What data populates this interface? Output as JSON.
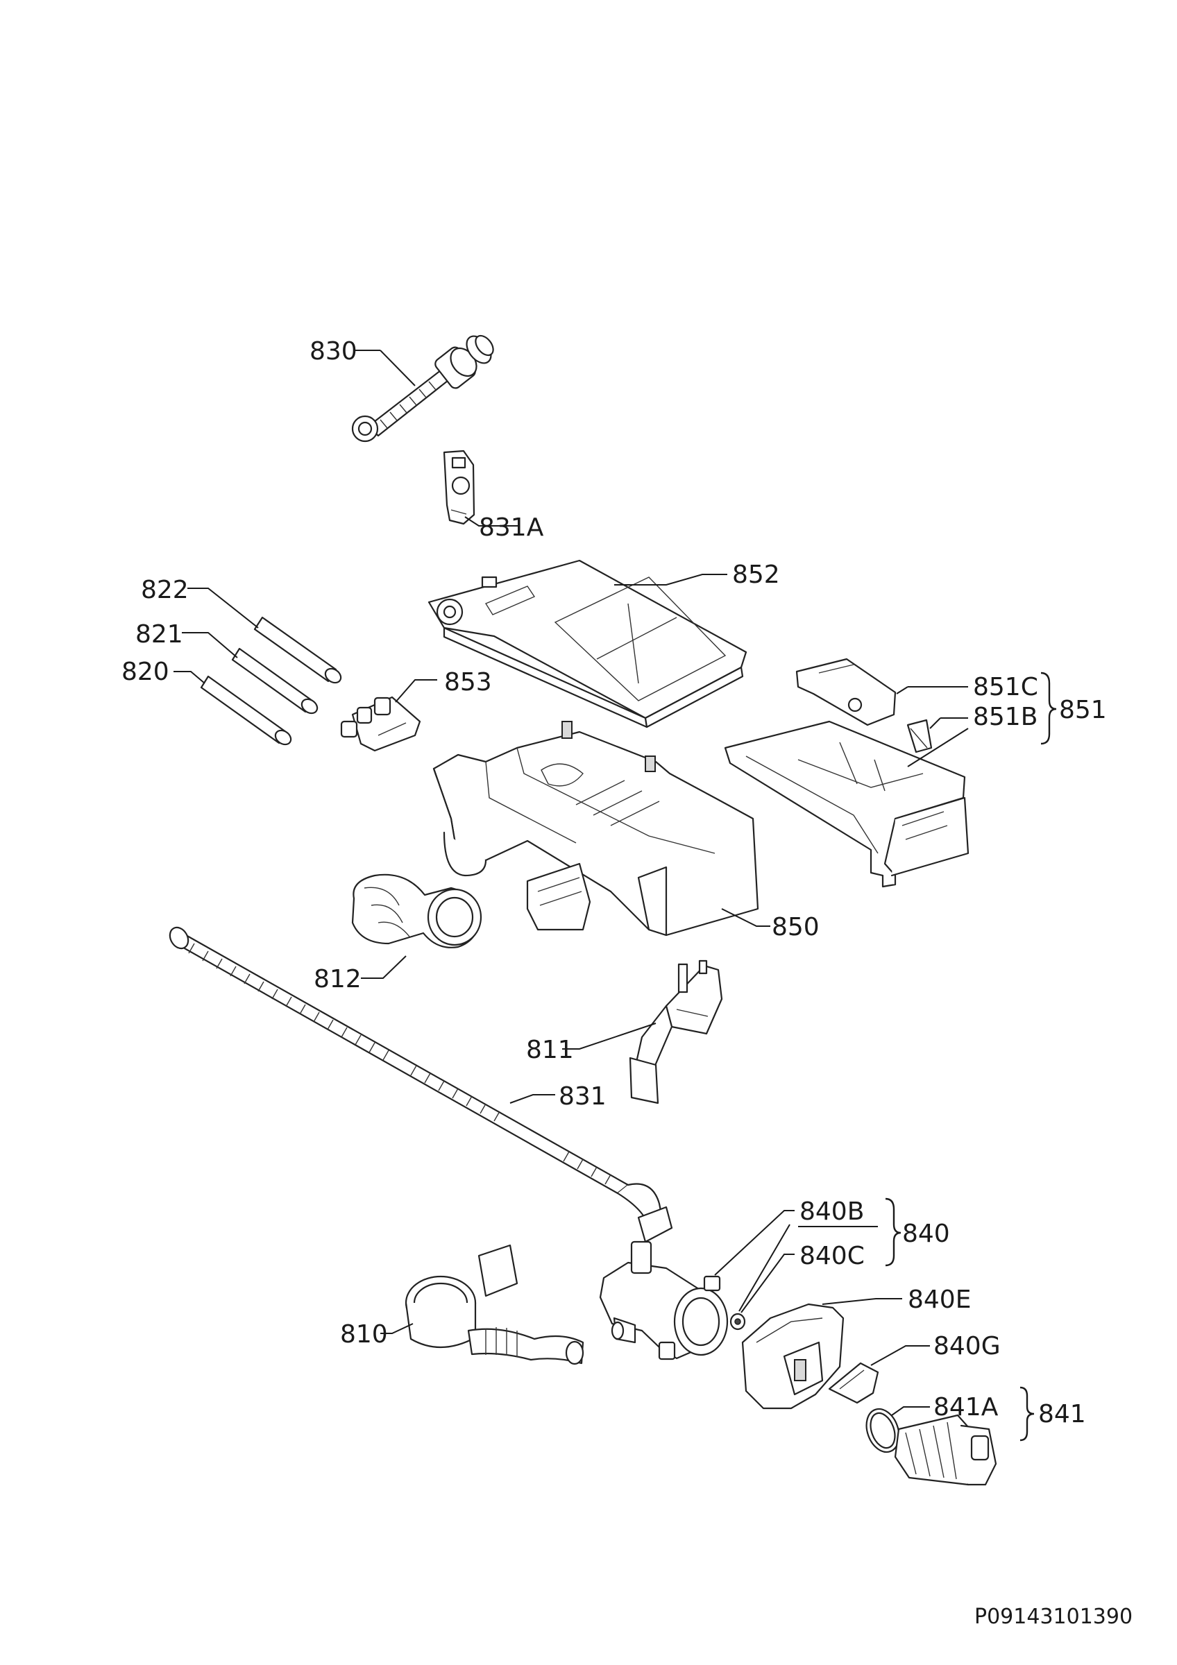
{
  "labels": {
    "p830": "830",
    "p831A": "831A",
    "p852": "852",
    "p822": "822",
    "p821": "821",
    "p820": "820",
    "p853": "853",
    "p851C": "851C",
    "p851B": "851B",
    "p851": "851",
    "p850": "850",
    "p812": "812",
    "p811": "811",
    "p831": "831",
    "p840B": "840B",
    "p840C": "840C",
    "p840": "840",
    "p840E": "840E",
    "p810": "810",
    "p840G": "840G",
    "p841A": "841A",
    "p841": "841"
  },
  "document_code": "P09143101390"
}
